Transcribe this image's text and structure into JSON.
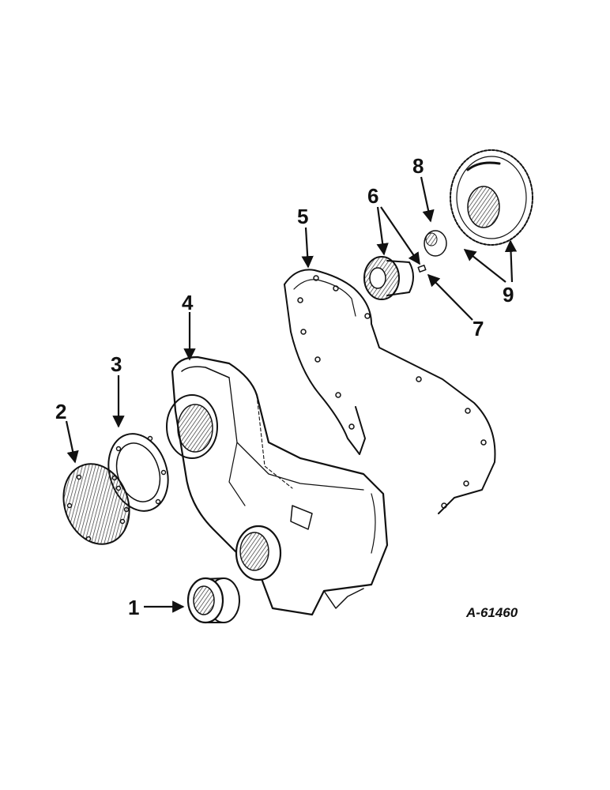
{
  "diagram": {
    "reference_code": "A-61460",
    "callouts": [
      "1",
      "2",
      "3",
      "4",
      "5",
      "6",
      "7",
      "8",
      "9"
    ]
  }
}
